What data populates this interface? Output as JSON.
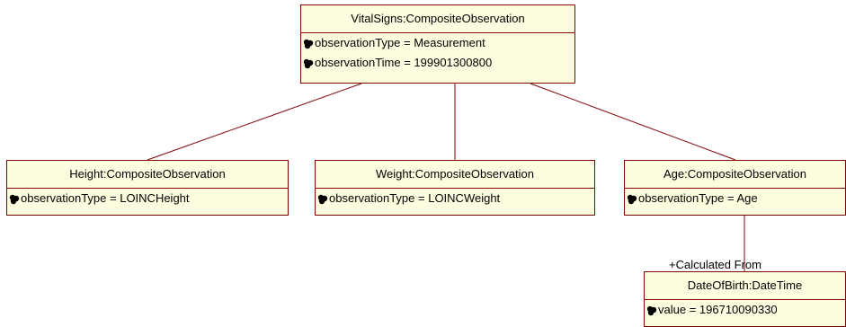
{
  "colors": {
    "box_fill": "#fffde0",
    "border": "#800000",
    "text": "#000000"
  },
  "objects": {
    "vital_signs": {
      "name": "VitalSigns:CompositeObservation",
      "attributes": [
        "observationType = Measurement",
        "observationTime = 199901300800"
      ]
    },
    "height": {
      "name": "Height:CompositeObservation",
      "attributes": [
        "observationType = LOINCHeight"
      ]
    },
    "weight": {
      "name": "Weight:CompositeObservation",
      "attributes": [
        "observationType = LOINCWeight"
      ]
    },
    "age": {
      "name": "Age:CompositeObservation",
      "attributes": [
        "observationType = Age"
      ]
    },
    "date_of_birth": {
      "name": "DateOfBirth:DateTime",
      "attributes": [
        "value = 196710090330"
      ]
    }
  },
  "associations": {
    "calculated_from": "+Calculated From"
  },
  "icons": {
    "attribute": "attribute-icon"
  }
}
